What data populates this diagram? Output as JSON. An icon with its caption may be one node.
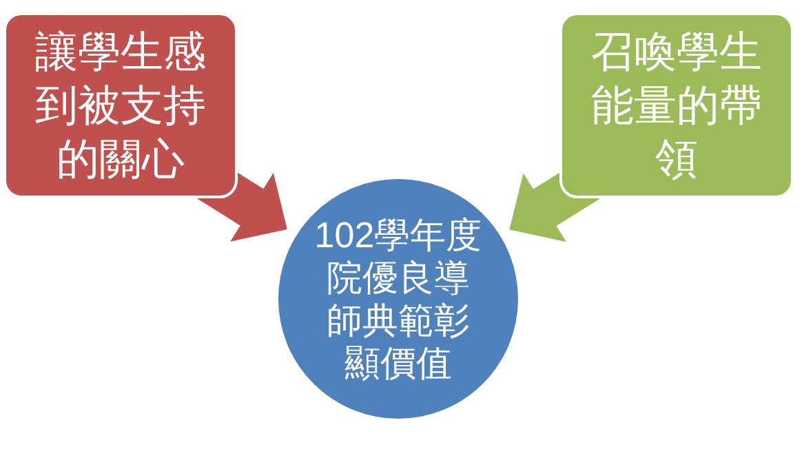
{
  "diagram": {
    "nodes": [
      {
        "text": [
          "讓學生感到被支持的關心"
        ]
      },
      {
        "text": [
          "召喚學生能量的帶領"
        ]
      },
      {
        "text": [
          "102學年度院優良導師典範彰顯價值"
        ]
      }
    ],
    "edges": [
      {
        "from": 0,
        "to": 2,
        "arrow": "to",
        "color": "#c0504d"
      },
      {
        "from": 1,
        "to": 2,
        "arrow": "to",
        "color": "#9bbb59"
      }
    ]
  }
}
